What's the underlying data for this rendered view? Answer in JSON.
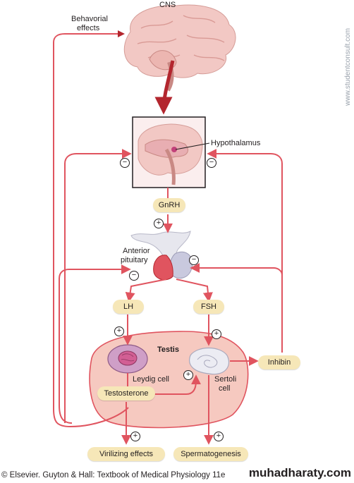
{
  "labels": {
    "cns": "CNS",
    "behavioral_effects_line1": "Behavorial",
    "behavioral_effects_line2": "effects",
    "hypothalamus": "Hypothalamus",
    "gnrh": "GnRH",
    "anterior_pituitary_line1": "Anterior",
    "anterior_pituitary_line2": "pituitary",
    "lh": "LH",
    "fsh": "FSH",
    "testis": "Testis",
    "leydig_cell": "Leydig cell",
    "sertoli_cell_line1": "Sertoli",
    "sertoli_cell_line2": "cell",
    "testosterone": "Testosterone",
    "inhibin": "Inhibin",
    "virilizing_effects": "Virilizing effects",
    "spermatogenesis": "Spermatogenesis"
  },
  "signs": {
    "minus": "−",
    "plus": "+"
  },
  "footer": {
    "copyright": "© Elsevier. Guyton & Hall: Textbook of Medical Physiology 11e",
    "watermark": "muhadharaty.com",
    "side_watermark": "www.studentconsult.com"
  },
  "colors": {
    "arrow": "#e0545f",
    "dark_arrow": "#b3262e",
    "testis_fill": "#f6c9c0",
    "pill_fill": "#f6e7b8",
    "brain_fill": "#f2c8c4"
  }
}
